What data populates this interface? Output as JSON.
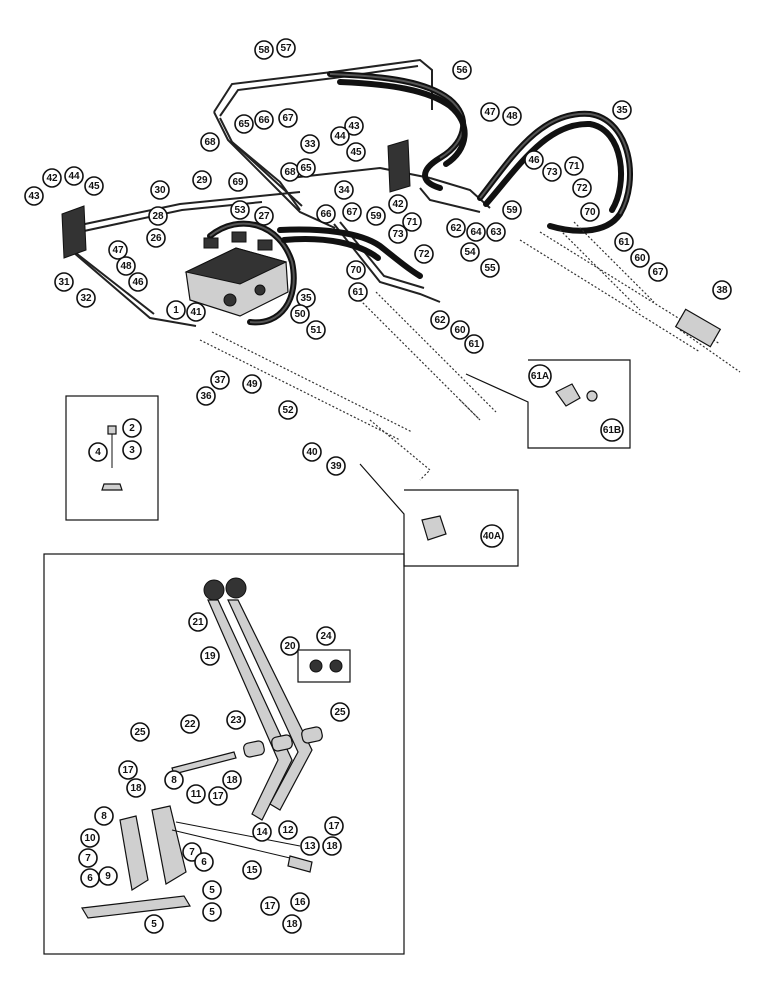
{
  "callouts": [
    {
      "id": "c58",
      "label": "58"
    },
    {
      "id": "c57",
      "label": "57"
    },
    {
      "id": "c56",
      "label": "56"
    },
    {
      "id": "c47a",
      "label": "47"
    },
    {
      "id": "c48a",
      "label": "48"
    },
    {
      "id": "c35a",
      "label": "35"
    },
    {
      "id": "c65a",
      "label": "65"
    },
    {
      "id": "c66a",
      "label": "66"
    },
    {
      "id": "c67a",
      "label": "67"
    },
    {
      "id": "c68a",
      "label": "68"
    },
    {
      "id": "c43a",
      "label": "43"
    },
    {
      "id": "c44a",
      "label": "44"
    },
    {
      "id": "c45a",
      "label": "45"
    },
    {
      "id": "c33",
      "label": "33"
    },
    {
      "id": "c46a",
      "label": "46"
    },
    {
      "id": "c71a",
      "label": "71"
    },
    {
      "id": "c73a",
      "label": "73"
    },
    {
      "id": "c72a",
      "label": "72"
    },
    {
      "id": "c42a",
      "label": "42"
    },
    {
      "id": "c44b",
      "label": "44"
    },
    {
      "id": "c45b",
      "label": "45"
    },
    {
      "id": "c43b",
      "label": "43"
    },
    {
      "id": "c30",
      "label": "30"
    },
    {
      "id": "c29",
      "label": "29"
    },
    {
      "id": "c69",
      "label": "69"
    },
    {
      "id": "c68b",
      "label": "68"
    },
    {
      "id": "c65b",
      "label": "65"
    },
    {
      "id": "c34",
      "label": "34"
    },
    {
      "id": "c42b",
      "label": "42"
    },
    {
      "id": "c59a",
      "label": "59"
    },
    {
      "id": "c70a",
      "label": "70"
    },
    {
      "id": "c28",
      "label": "28"
    },
    {
      "id": "c53",
      "label": "53"
    },
    {
      "id": "c27",
      "label": "27"
    },
    {
      "id": "c66b",
      "label": "66"
    },
    {
      "id": "c67b",
      "label": "67"
    },
    {
      "id": "c59b",
      "label": "59"
    },
    {
      "id": "c71b",
      "label": "71"
    },
    {
      "id": "c62a",
      "label": "62"
    },
    {
      "id": "c64",
      "label": "64"
    },
    {
      "id": "c63",
      "label": "63"
    },
    {
      "id": "c26",
      "label": "26"
    },
    {
      "id": "c73b",
      "label": "73"
    },
    {
      "id": "c72b",
      "label": "72"
    },
    {
      "id": "c61a",
      "label": "61"
    },
    {
      "id": "c60a",
      "label": "60"
    },
    {
      "id": "c67c",
      "label": "67"
    },
    {
      "id": "c47b",
      "label": "47"
    },
    {
      "id": "c48b",
      "label": "48"
    },
    {
      "id": "c46b",
      "label": "46"
    },
    {
      "id": "c54",
      "label": "54"
    },
    {
      "id": "c55",
      "label": "55"
    },
    {
      "id": "c70b",
      "label": "70"
    },
    {
      "id": "c61b",
      "label": "61"
    },
    {
      "id": "c31",
      "label": "31"
    },
    {
      "id": "c32",
      "label": "32"
    },
    {
      "id": "c35b",
      "label": "35"
    },
    {
      "id": "c38",
      "label": "38"
    },
    {
      "id": "c1",
      "label": "1"
    },
    {
      "id": "c41",
      "label": "41"
    },
    {
      "id": "c50",
      "label": "50"
    },
    {
      "id": "c51",
      "label": "51"
    },
    {
      "id": "c62b",
      "label": "62"
    },
    {
      "id": "c60b",
      "label": "60"
    },
    {
      "id": "c61c",
      "label": "61"
    },
    {
      "id": "c37",
      "label": "37"
    },
    {
      "id": "c36",
      "label": "36"
    },
    {
      "id": "c49",
      "label": "49"
    },
    {
      "id": "c52",
      "label": "52"
    },
    {
      "id": "c61A",
      "label": "61A"
    },
    {
      "id": "c61B",
      "label": "61B"
    },
    {
      "id": "c2",
      "label": "2"
    },
    {
      "id": "c3",
      "label": "3"
    },
    {
      "id": "c4",
      "label": "4"
    },
    {
      "id": "c40",
      "label": "40"
    },
    {
      "id": "c39",
      "label": "39"
    },
    {
      "id": "c40A",
      "label": "40A"
    },
    {
      "id": "c21",
      "label": "21"
    },
    {
      "id": "c20",
      "label": "20"
    },
    {
      "id": "c24",
      "label": "24"
    },
    {
      "id": "c19",
      "label": "19"
    },
    {
      "id": "c22",
      "label": "22"
    },
    {
      "id": "c23",
      "label": "23"
    },
    {
      "id": "c25a",
      "label": "25"
    },
    {
      "id": "c25b",
      "label": "25"
    },
    {
      "id": "c17a",
      "label": "17"
    },
    {
      "id": "c18a",
      "label": "18"
    },
    {
      "id": "c8a",
      "label": "8"
    },
    {
      "id": "c11",
      "label": "11"
    },
    {
      "id": "c18b",
      "label": "18"
    },
    {
      "id": "c17b",
      "label": "17"
    },
    {
      "id": "c8b",
      "label": "8"
    },
    {
      "id": "c14",
      "label": "14"
    },
    {
      "id": "c12",
      "label": "12"
    },
    {
      "id": "c17c",
      "label": "17"
    },
    {
      "id": "c10",
      "label": "10"
    },
    {
      "id": "c13",
      "label": "13"
    },
    {
      "id": "c18c",
      "label": "18"
    },
    {
      "id": "c7a",
      "label": "7"
    },
    {
      "id": "c9",
      "label": "9"
    },
    {
      "id": "c7b",
      "label": "7"
    },
    {
      "id": "c6a",
      "label": "6"
    },
    {
      "id": "c6b",
      "label": "6"
    },
    {
      "id": "c15",
      "label": "15"
    },
    {
      "id": "c16",
      "label": "16"
    },
    {
      "id": "c17d",
      "label": "17"
    },
    {
      "id": "c18d",
      "label": "18"
    },
    {
      "id": "c5a",
      "label": "5"
    },
    {
      "id": "c5b",
      "label": "5"
    },
    {
      "id": "c5c",
      "label": "5"
    }
  ]
}
